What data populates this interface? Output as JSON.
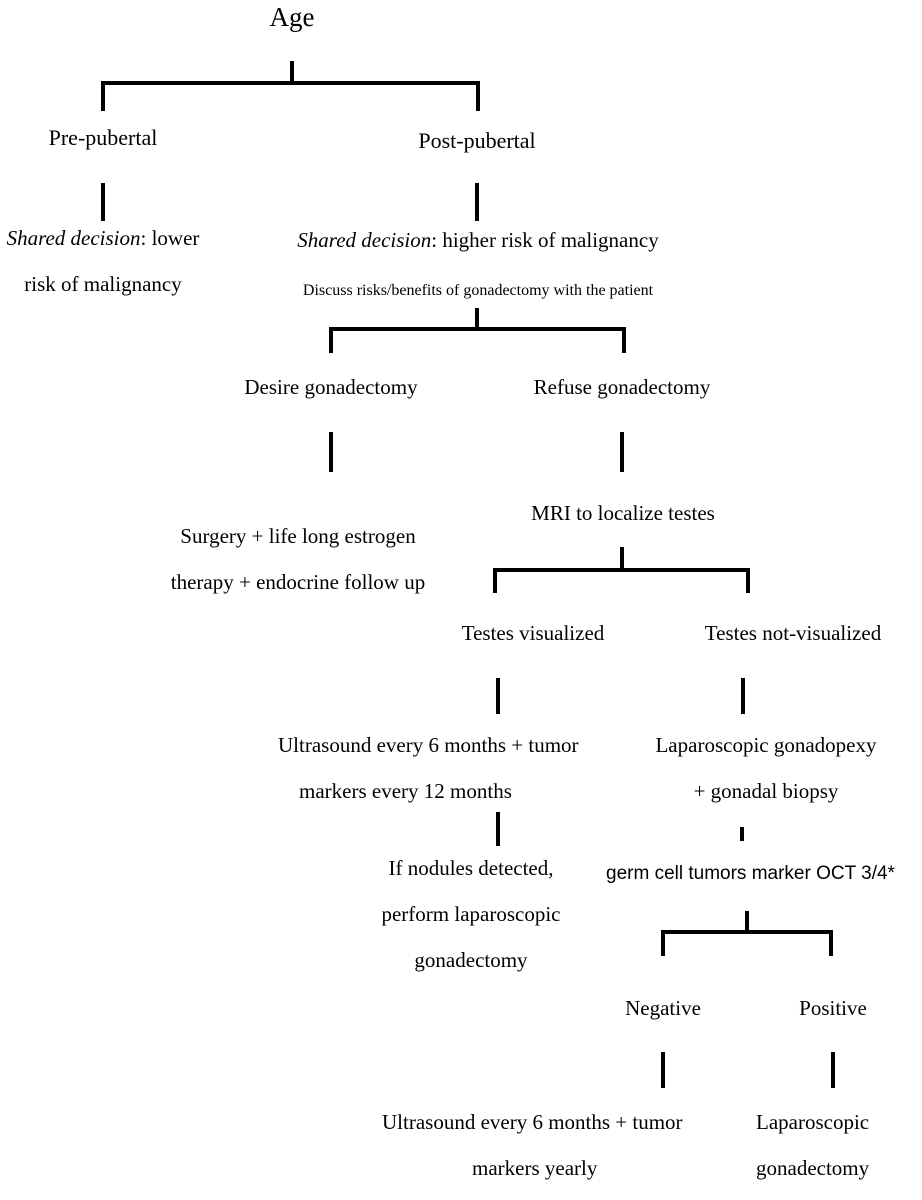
{
  "diagram": {
    "title": "Age-based gonadectomy decision flowchart",
    "line_color": "#000000",
    "background": "#ffffff"
  },
  "nodes": {
    "age": {
      "label": "Age"
    },
    "pre_pubertal": {
      "label": "Pre-pubertal"
    },
    "post_pubertal": {
      "label": "Post-pubertal"
    },
    "shared_lower": {
      "emphasis": "Shared decision",
      "rest": ": lower",
      "line2": "risk of malignancy"
    },
    "shared_higher": {
      "emphasis": "Shared decision",
      "rest": ": higher risk of malignancy"
    },
    "discuss": {
      "label": "Discuss risks/benefits of gonadectomy with the patient"
    },
    "desire_gonadectomy": {
      "label": "Desire gonadectomy"
    },
    "refuse_gonadectomy": {
      "label": "Refuse gonadectomy"
    },
    "surgery": {
      "line1": "Surgery + life long estrogen",
      "line2": "therapy + endocrine follow up"
    },
    "mri": {
      "label": "MRI to localize testes"
    },
    "testes_visualized": {
      "label": "Testes visualized"
    },
    "testes_not_visualized": {
      "label": "Testes not-visualized"
    },
    "ultrasound_6mo": {
      "line1": "Ultrasound every 6 months + tumor",
      "line2": "markers every 12 months"
    },
    "laparoscopic_gonadopexy": {
      "line1": "Laparoscopic gonadopexy",
      "line2": "+ gonadal biopsy"
    },
    "if_nodules": {
      "line1": "If nodules detected,",
      "line2": "perform laparoscopic",
      "line3": "gonadectomy"
    },
    "oct_marker": {
      "label": "germ cell tumors marker OCT 3/4*"
    },
    "negative": {
      "label": "Negative"
    },
    "positive": {
      "label": "Positive"
    },
    "ultrasound_yearly": {
      "line1": "Ultrasound every 6 months + tumor",
      "line2": "markers yearly"
    },
    "laparoscopic_gonadectomy": {
      "line1": "Laparoscopic",
      "line2": "gonadectomy"
    }
  },
  "flow": {
    "edges": [
      {
        "from": "age",
        "to": "pre-pubertal"
      },
      {
        "from": "age",
        "to": "post-pubertal"
      },
      {
        "from": "pre-pubertal",
        "to": "shared-decision-lower-risk"
      },
      {
        "from": "post-pubertal",
        "to": "shared-decision-higher-risk"
      },
      {
        "from": "discuss-risks-benefits",
        "to": "desire-gonadectomy"
      },
      {
        "from": "discuss-risks-benefits",
        "to": "refuse-gonadectomy"
      },
      {
        "from": "desire-gonadectomy",
        "to": "surgery-estrogen-therapy"
      },
      {
        "from": "refuse-gonadectomy",
        "to": "mri-localize-testes"
      },
      {
        "from": "mri-localize-testes",
        "to": "testes-visualized"
      },
      {
        "from": "mri-localize-testes",
        "to": "testes-not-visualized"
      },
      {
        "from": "testes-visualized",
        "to": "ultrasound-every-6-months"
      },
      {
        "from": "ultrasound-every-6-months",
        "to": "if-nodules-detected"
      },
      {
        "from": "testes-not-visualized",
        "to": "laparoscopic-gonadopexy"
      },
      {
        "from": "laparoscopic-gonadopexy",
        "to": "oct-marker"
      },
      {
        "from": "oct-marker",
        "to": "negative"
      },
      {
        "from": "oct-marker",
        "to": "positive"
      },
      {
        "from": "negative",
        "to": "ultrasound-markers-yearly"
      },
      {
        "from": "positive",
        "to": "laparoscopic-gonadectomy"
      }
    ]
  }
}
